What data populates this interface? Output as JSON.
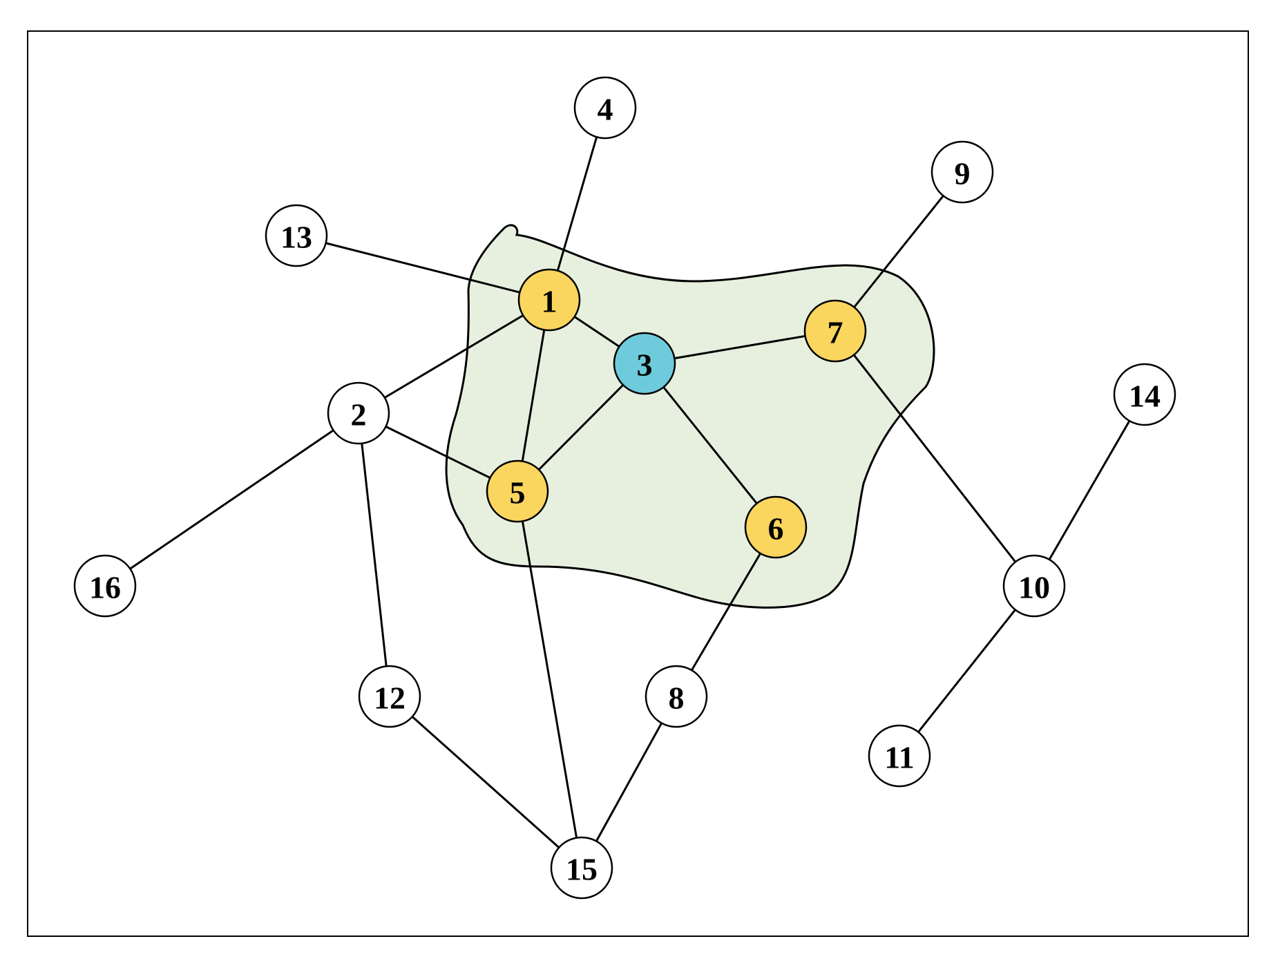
{
  "colors": {
    "background": "#ffffff",
    "frame": "#000000",
    "region_fill": "#e7f0df",
    "region_stroke": "#000000",
    "node_default": "#ffffff",
    "node_neighbor": "#fbd65e",
    "node_center": "#6ecbdc",
    "edge": "#000000"
  },
  "nodes": [
    {
      "id": "1",
      "label": "1",
      "role": "neighbor"
    },
    {
      "id": "2",
      "label": "2",
      "role": "default"
    },
    {
      "id": "3",
      "label": "3",
      "role": "center"
    },
    {
      "id": "4",
      "label": "4",
      "role": "default"
    },
    {
      "id": "5",
      "label": "5",
      "role": "neighbor"
    },
    {
      "id": "6",
      "label": "6",
      "role": "neighbor"
    },
    {
      "id": "7",
      "label": "7",
      "role": "neighbor"
    },
    {
      "id": "8",
      "label": "8",
      "role": "default"
    },
    {
      "id": "9",
      "label": "9",
      "role": "default"
    },
    {
      "id": "10",
      "label": "10",
      "role": "default"
    },
    {
      "id": "11",
      "label": "11",
      "role": "default"
    },
    {
      "id": "12",
      "label": "12",
      "role": "default"
    },
    {
      "id": "13",
      "label": "13",
      "role": "default"
    },
    {
      "id": "14",
      "label": "14",
      "role": "default"
    },
    {
      "id": "15",
      "label": "15",
      "role": "default"
    },
    {
      "id": "16",
      "label": "16",
      "role": "default"
    }
  ],
  "edges": [
    [
      "4",
      "1"
    ],
    [
      "13",
      "1"
    ],
    [
      "1",
      "3"
    ],
    [
      "1",
      "2"
    ],
    [
      "1",
      "5"
    ],
    [
      "3",
      "7"
    ],
    [
      "3",
      "5"
    ],
    [
      "3",
      "6"
    ],
    [
      "9",
      "7"
    ],
    [
      "7",
      "10"
    ],
    [
      "2",
      "5"
    ],
    [
      "2",
      "16"
    ],
    [
      "2",
      "12"
    ],
    [
      "5",
      "15"
    ],
    [
      "6",
      "8"
    ],
    [
      "12",
      "15"
    ],
    [
      "8",
      "15"
    ],
    [
      "14",
      "10"
    ],
    [
      "10",
      "11"
    ]
  ],
  "highlighted_region": {
    "members": [
      "1",
      "3",
      "5",
      "6",
      "7"
    ]
  }
}
